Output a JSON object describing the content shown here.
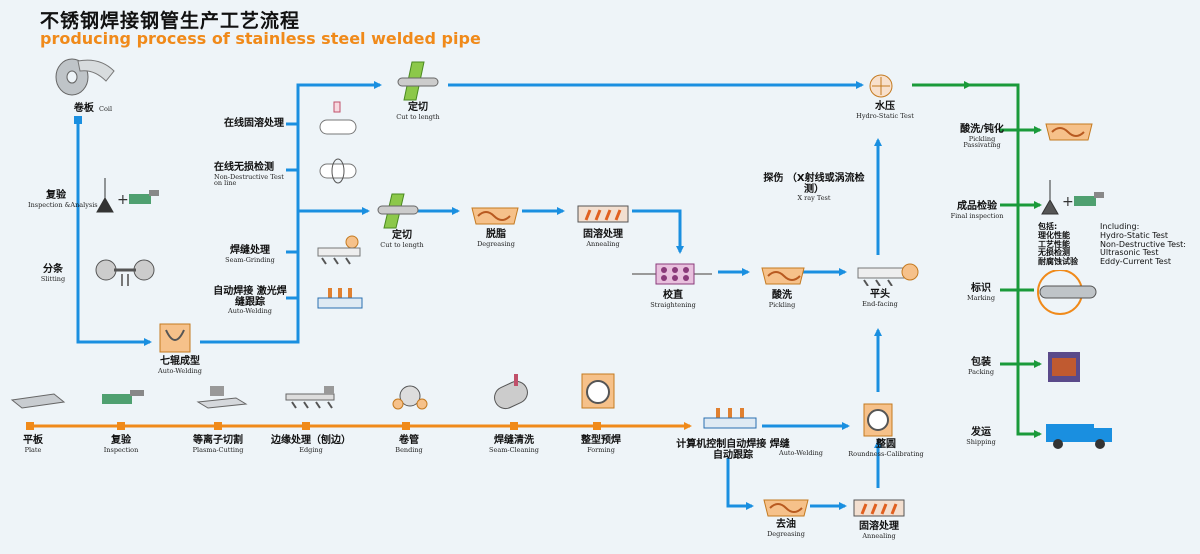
{
  "title": "不锈钢焊接钢管生产工艺流程",
  "subtitle": "producing process of stainless steel welded pipe",
  "colors": {
    "blue": "#1a8fe0",
    "orange": "#f08a1a",
    "green": "#1a9a3a"
  },
  "steps": {
    "coil": {
      "zh": "卷板",
      "en": "Coil"
    },
    "inspection_analysis": {
      "zh": "复验",
      "en": "Inspection &Analysis"
    },
    "slitting": {
      "zh": "分条",
      "en": "Slitting"
    },
    "forming_rolls": {
      "zh": "七辊成型",
      "en": "Auto-Welding"
    },
    "online_solution": {
      "zh": "在线固溶处理",
      "en": ""
    },
    "online_ndt": {
      "zh": "在线无损检测",
      "en": "Non-Destructive Test on line"
    },
    "seam_grinding": {
      "zh": "焊缝处理",
      "en": "Seam-Grinding"
    },
    "auto_welding_laser": {
      "zh": "自动焊接 激光焊缝跟踪",
      "en": "Auto-Welding"
    },
    "cut_top": {
      "zh": "定切",
      "en": "Cut to length"
    },
    "cut_mid": {
      "zh": "定切",
      "en": "Cut to length"
    },
    "degreasing_mid": {
      "zh": "脱脂",
      "en": "Degreasing"
    },
    "annealing_mid": {
      "zh": "固溶处理",
      "en": "Annealing"
    },
    "straightening": {
      "zh": "校直",
      "en": "Straightening"
    },
    "pickling_mid": {
      "zh": "酸洗",
      "en": "Pickling"
    },
    "end_facing": {
      "zh": "平头",
      "en": "End-facing"
    },
    "xray": {
      "zh": "探伤 （X射线或涡流检测）",
      "en": "X ray Test"
    },
    "hydro": {
      "zh": "水压",
      "en": "Hydro-Static Test"
    },
    "pickling_passivating": {
      "zh": "酸洗/钝化",
      "en": "Pickling Passivating"
    },
    "final_inspection": {
      "zh": "成品检验",
      "en": "Final inspection"
    },
    "marking": {
      "zh": "标识",
      "en": "Marking"
    },
    "packing": {
      "zh": "包装",
      "en": "Packing"
    },
    "shipping": {
      "zh": "发运",
      "en": "Shipping"
    },
    "plate": {
      "zh": "平板",
      "en": "Plate"
    },
    "inspection_bottom": {
      "zh": "复验",
      "en": "Inspection"
    },
    "plasma_cutting": {
      "zh": "等离子切割",
      "en": "Plasma-Cutting"
    },
    "edging": {
      "zh": "边缘处理（刨边）",
      "en": "Edging"
    },
    "bending": {
      "zh": "卷管",
      "en": "Bending"
    },
    "seam_cleaning": {
      "zh": "焊缝清洗",
      "en": "Seam-Cleaning"
    },
    "forming": {
      "zh": "整型预焊",
      "en": "Forming"
    },
    "computer_welding": {
      "zh": "计算机控制自动焊接 焊缝自动跟踪",
      "en": "Auto-Welding"
    },
    "roundness": {
      "zh": "整圆",
      "en": "Roundness-Calibrating"
    },
    "degreasing_bottom": {
      "zh": "去油",
      "en": "Degreasing"
    },
    "annealing_bottom": {
      "zh": "固溶处理",
      "en": "Annealing"
    }
  },
  "including": {
    "zh": [
      "包括:",
      "理化性能",
      "工艺性能",
      "无损检测",
      "耐腐蚀试验"
    ],
    "en": [
      "Including:",
      "Hydro-Static Test",
      "Non-Destructive Test:",
      "Ultrasonic Test",
      "Eddy-Current Test"
    ]
  }
}
